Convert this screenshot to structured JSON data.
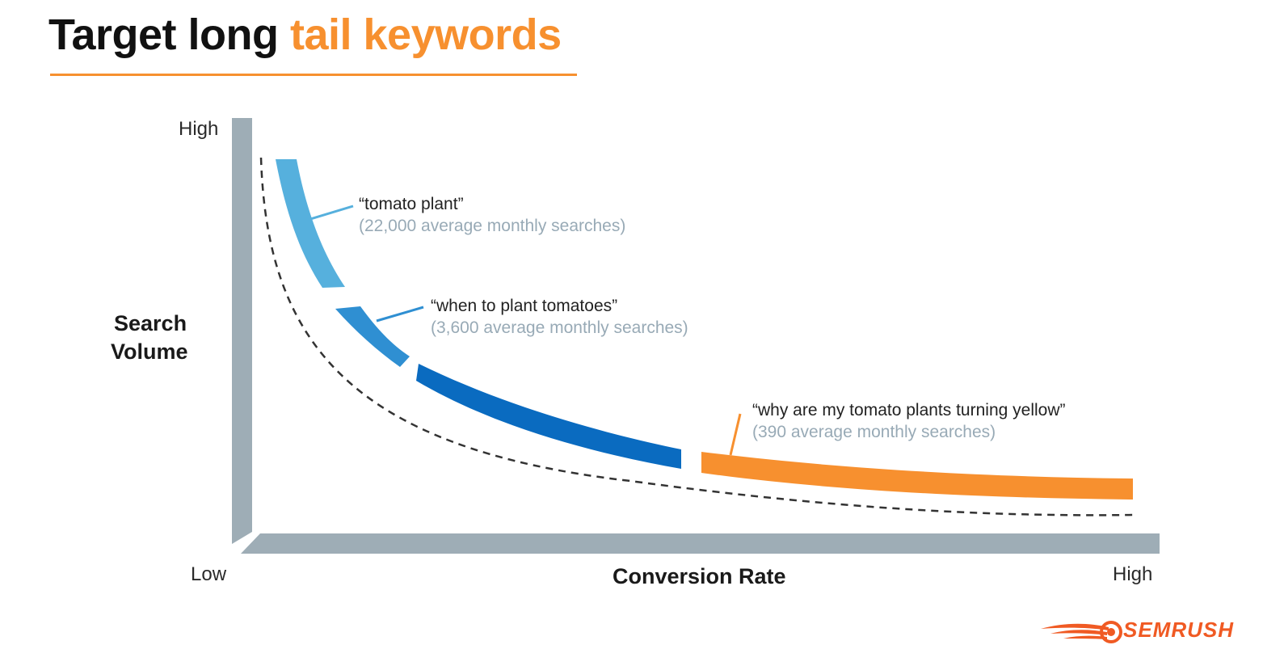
{
  "title": {
    "part1": "Target long ",
    "part2": "tail keywords"
  },
  "axes": {
    "y_title_line1": "Search",
    "y_title_line2": "Volume",
    "y_high": "High",
    "x_low": "Low",
    "x_title": "Conversion Rate",
    "x_high": "High"
  },
  "keywords": [
    {
      "phrase": "“tomato plant”",
      "searches": "(22,000 average monthly searches)",
      "color": "#56b0dd"
    },
    {
      "phrase": "“when to plant tomatoes”",
      "searches": "(3,600 average monthly searches)",
      "color": "#2f8fd2"
    },
    {
      "phrase": "“why are my tomato plants turning yellow”",
      "searches": "(390 average monthly searches)",
      "color": "#f7902f"
    }
  ],
  "colors": {
    "axis": "#9eadb6",
    "band_mid_dark": "#0a6bc0",
    "dashed_curve": "#333333",
    "accent": "#f7902f"
  },
  "logo": {
    "text": "SEMRUSH",
    "icon": "semrush-fireball-icon"
  }
}
